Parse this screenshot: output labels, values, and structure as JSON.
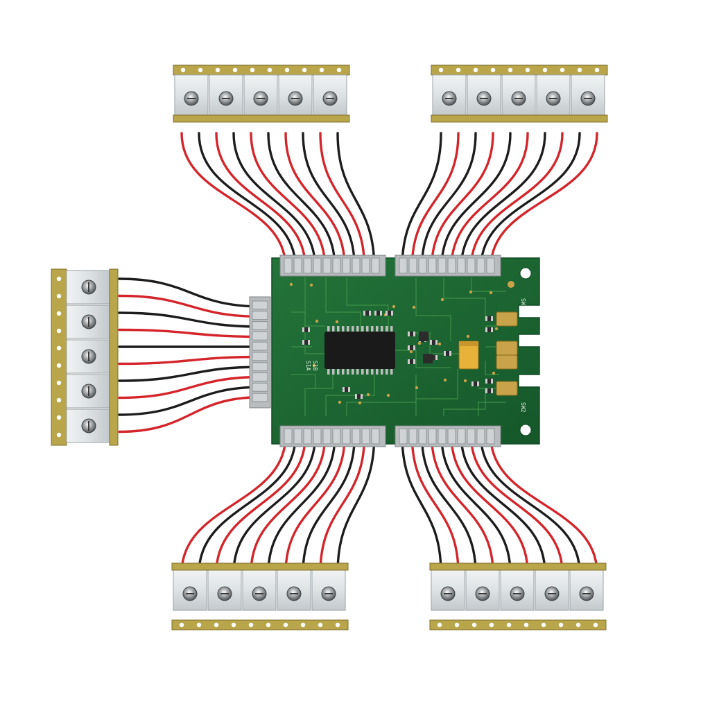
{
  "scene": {
    "description_icon": "pcb-with-screw-terminals-icon",
    "colors": {
      "background": "#ffffff",
      "pcb_green": "#1f6b2c",
      "pcb_trace": "#3e8f47",
      "terminal_body": "#dde2e4",
      "terminal_base": "#b9a64a",
      "wire_red": "#d4252b",
      "wire_black": "#1c1c1c",
      "chip": "#1a1a1a",
      "capacitor": "#e6b23a",
      "gold_pad": "#c8a34a"
    },
    "terminal_blocks": {
      "count": 5,
      "screws_per_block": 5,
      "wires_per_block": 10
    },
    "board_labels": [
      "SW1",
      "SW2",
      "S1A",
      "S1B"
    ]
  }
}
